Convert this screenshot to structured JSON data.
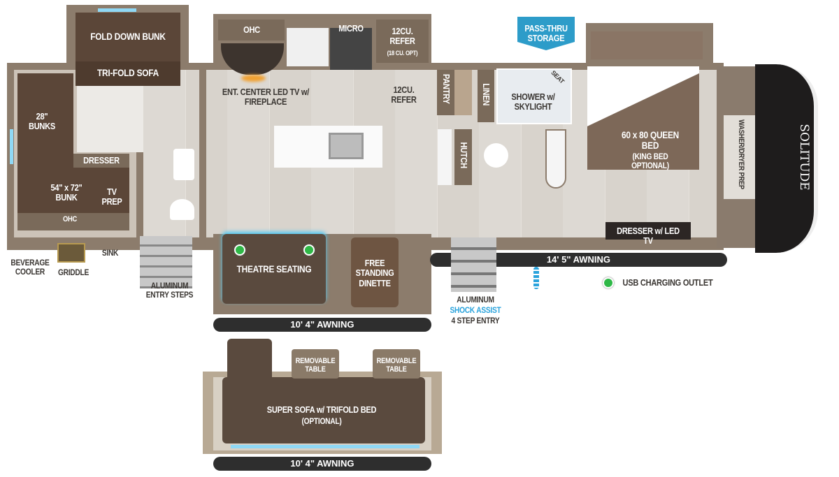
{
  "brand": "SOLITUDE",
  "labels": {
    "fold_down_bunk": "FOLD DOWN BUNK",
    "tri_fold_sofa": "TRI-FOLD SOFA",
    "bunks_28": "28\" BUNKS",
    "dresser": "DRESSER",
    "bunk_54x72": "54\" x 72\" BUNK",
    "tv_prep": "TV PREP",
    "ohc_bunk": "OHC",
    "beverage_cooler": "BEVERAGE COOLER",
    "griddle": "GRIDDLE",
    "sink": "SINK",
    "aluminum_entry_steps": "ALUMINUM ENTRY STEPS",
    "ohc_kitchen": "OHC",
    "micro": "MICRO",
    "refer_top": "12CU. REFER",
    "refer_opt": "(18 CU. OPT)",
    "ent_center": "ENT. CENTER LED TV w/ FIREPLACE",
    "refer_main": "12CU. REFER",
    "pantry": "PANTRY",
    "hutch": "HUTCH",
    "linen": "LINEN",
    "shower": "SHOWER w/ SKYLIGHT",
    "seat": "SEAT",
    "pass_thru": "PASS-THRU STORAGE",
    "queen_bed": "60 x 80 QUEEN BED",
    "king_opt": "(KING BED OPTIONAL)",
    "washer_dryer": "WASHER/DRYER PREP",
    "dresser_tv": "DRESSER w/ LED TV",
    "theatre_seating": "THEATRE SEATING",
    "dinette": "FREE STANDING DINETTE",
    "step_entry_1": "ALUMINUM",
    "step_entry_2": "SHOCK ASSIST",
    "step_entry_3": "4 STEP ENTRY",
    "usb_legend": "USB CHARGING OUTLET",
    "removable_table": "REMOVABLE TABLE",
    "super_sofa": "SUPER SOFA w/ TRIFOLD BED",
    "super_sofa_opt": "(OPTIONAL)"
  },
  "awnings": {
    "rear": "10' 4\" AWNING",
    "main": "14' 5\" AWNING",
    "option": "10' 4\" AWNING"
  },
  "colors": {
    "usb": "#2fb847",
    "pass_thru": "#2d9cc9",
    "accent_text": "#2aa3dc"
  }
}
